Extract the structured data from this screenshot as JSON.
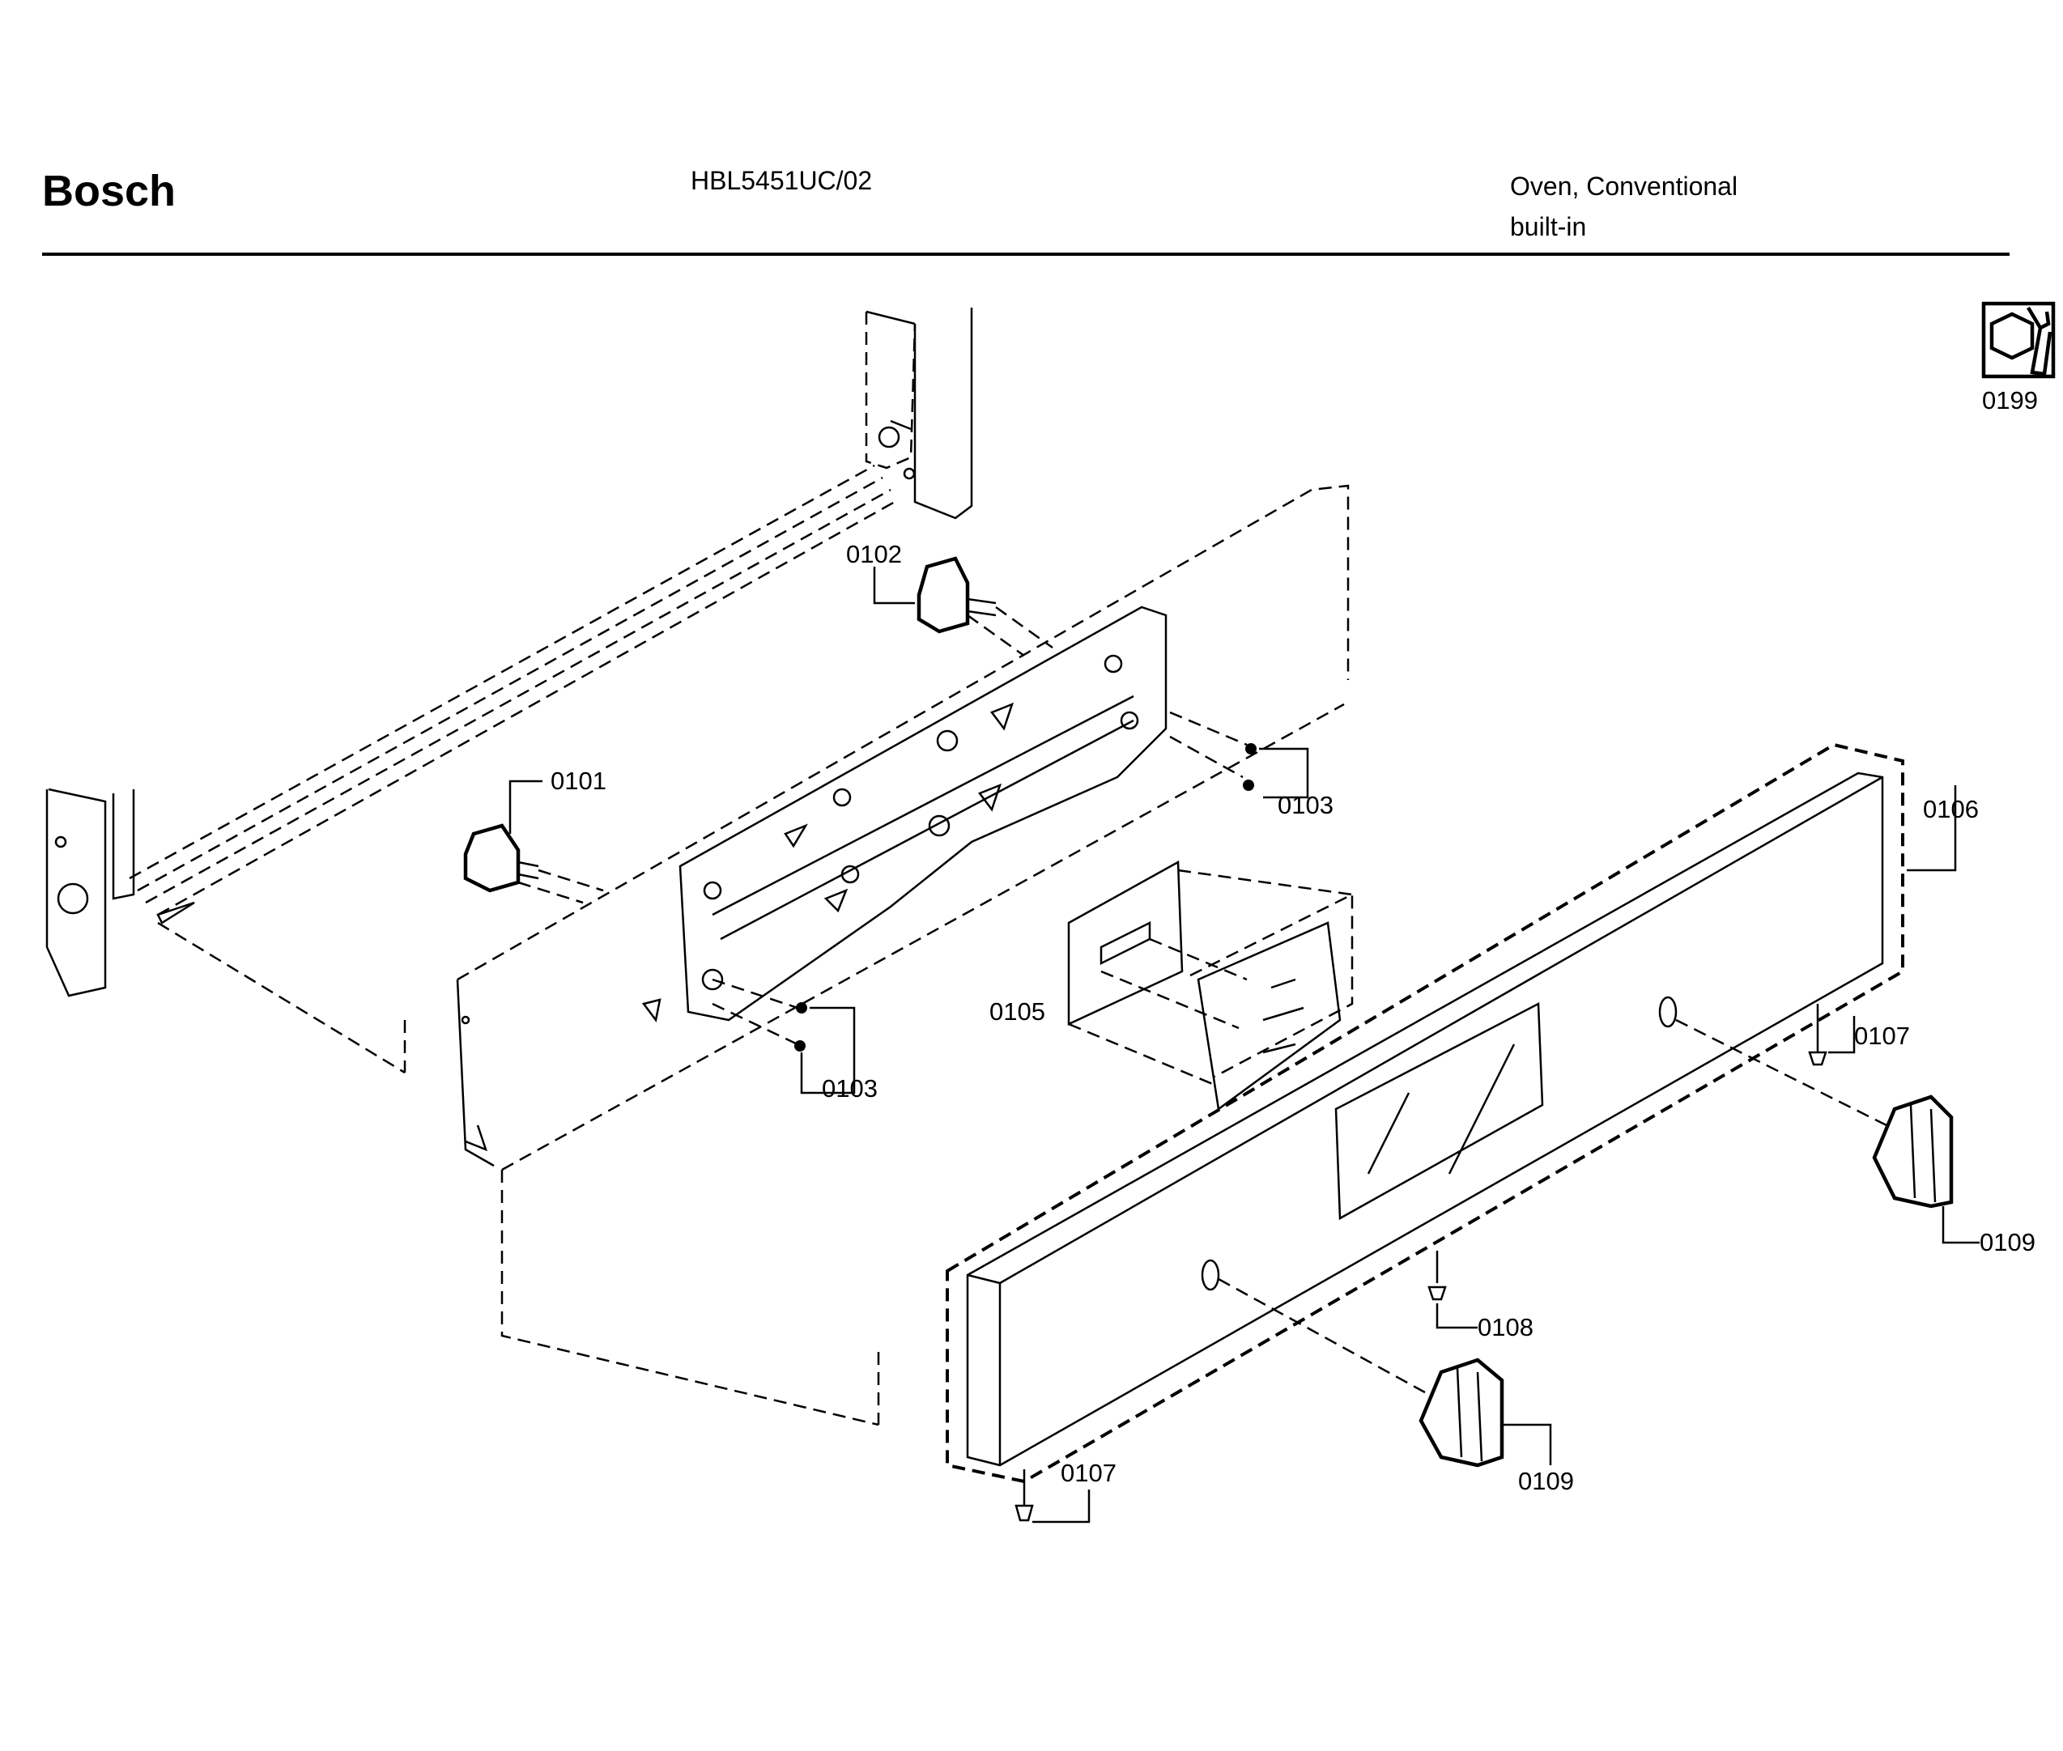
{
  "header": {
    "brand": "Bosch",
    "model": "HBL5451UC/02",
    "product_line1": "Oven, Conventional",
    "product_line2": "built-in"
  },
  "service_kit": {
    "icon": "wrench-nut-icon",
    "part": "0199"
  },
  "parts": {
    "p0101": "0101",
    "p0102": "0102",
    "p0103_a": "0103",
    "p0103_b": "0103",
    "p0105": "0105",
    "p0106": "0106",
    "p0107_a": "0107",
    "p0107_b": "0107",
    "p0108": "0108",
    "p0109_a": "0109",
    "p0109_b": "0109"
  }
}
